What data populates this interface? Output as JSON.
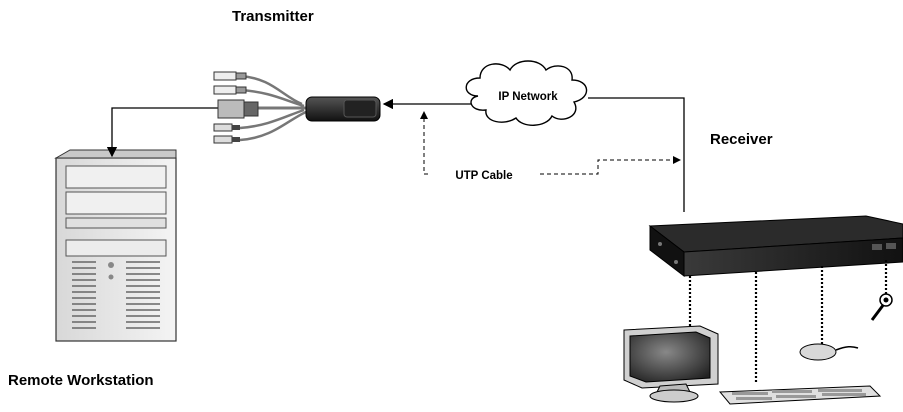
{
  "labels": {
    "transmitter": "Transmitter",
    "receiver": "Receiver",
    "remote_workstation": "Remote Workstation",
    "ip_network": "IP Network",
    "utp_cable": "UTP Cable"
  },
  "devices": [
    {
      "name": "tower-pc",
      "role": "remote workstation"
    },
    {
      "name": "transmitter-dongle",
      "role": "transmitter"
    },
    {
      "name": "ip-network-cloud",
      "role": "network"
    },
    {
      "name": "receiver-unit",
      "role": "receiver"
    },
    {
      "name": "monitor",
      "role": "peripheral"
    },
    {
      "name": "keyboard",
      "role": "peripheral"
    },
    {
      "name": "mouse",
      "role": "peripheral"
    },
    {
      "name": "microphone",
      "role": "peripheral"
    }
  ],
  "colors": {
    "line": "#000000",
    "device_dark": "#1a1a1a",
    "device_light": "#e6e6e6"
  }
}
